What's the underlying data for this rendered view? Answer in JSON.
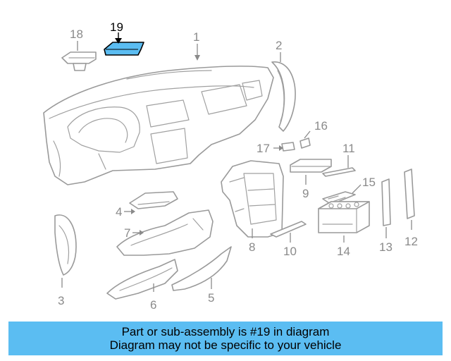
{
  "highlight_color": "#5bbdf2",
  "callouts": {
    "n1": "1",
    "n2": "2",
    "n3": "3",
    "n4": "4",
    "n5": "5",
    "n6": "6",
    "n7": "7",
    "n8": "8",
    "n9": "9",
    "n10": "10",
    "n11": "11",
    "n12": "12",
    "n13": "13",
    "n14": "14",
    "n15": "15",
    "n16": "16",
    "n17": "17",
    "n18": "18",
    "n19": "19"
  },
  "highlighted_part": "19",
  "banner": {
    "line1": "Part or sub-assembly is #19 in diagram",
    "line2": "Diagram may not be specific to your vehicle"
  }
}
